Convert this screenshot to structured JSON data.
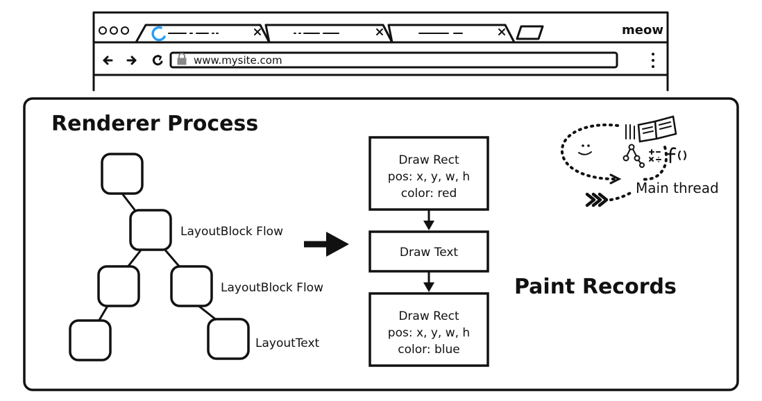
{
  "browser": {
    "brand": "meow",
    "url": "www.mysite.com"
  },
  "diagram": {
    "title": "Renderer Process",
    "tree_labels": {
      "node2": "LayoutBlock Flow",
      "node4": "LayoutBlock Flow",
      "node6": "LayoutText"
    },
    "paint_records_title": "Paint Records",
    "records": [
      {
        "lines": [
          "Draw Rect",
          "pos: x, y, w, h",
          "color: red"
        ]
      },
      {
        "lines": [
          "Draw Text"
        ]
      },
      {
        "lines": [
          "Draw Rect",
          "pos: x, y, w, h",
          "color: blue"
        ]
      }
    ],
    "main_thread_label": "Main thread"
  },
  "icons": {
    "window-controls": "three-circles",
    "tab-loading": "spinner",
    "tab-close": "x-glyph",
    "nav-back": "left-arrow",
    "nav-forward": "right-arrow",
    "reload": "reload-arrow",
    "lock": "padlock",
    "menu": "vertical-dots",
    "main-thread": "dotted-loop-with-face-books-formulas"
  }
}
